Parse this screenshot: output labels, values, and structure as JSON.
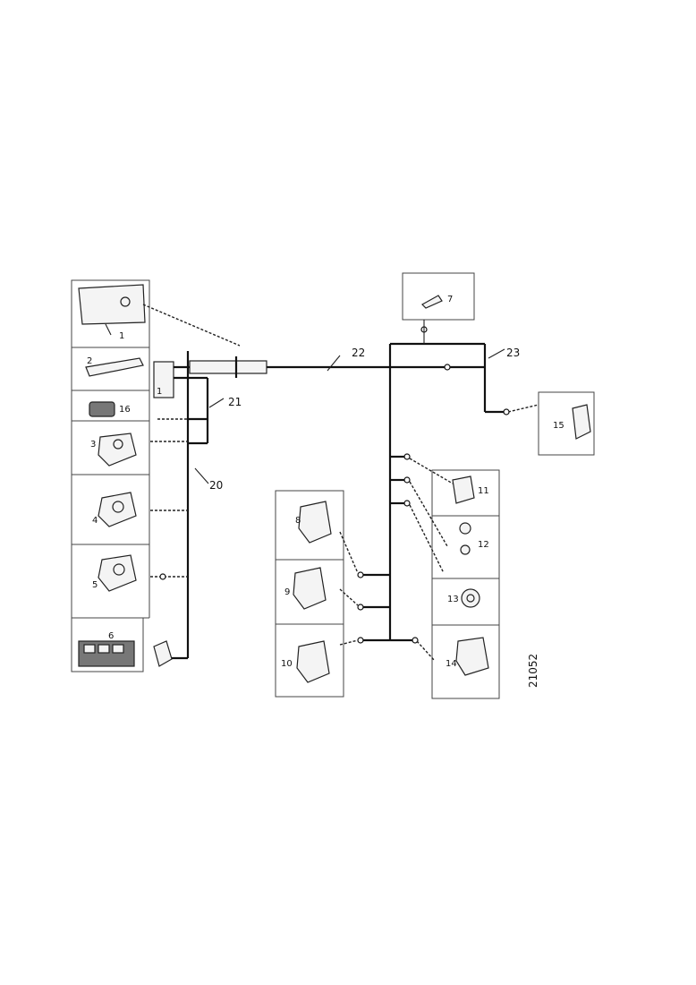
{
  "diagram": {
    "drawing_code": "21052",
    "component_labels": {
      "c1": "1",
      "c2": "2",
      "c3": "3",
      "c4": "4",
      "c5": "5",
      "c6": "6",
      "c7": "7",
      "c8": "8",
      "c9": "9",
      "c10": "10",
      "c11": "11",
      "c12": "12",
      "c13": "13",
      "c14": "14",
      "c15": "15",
      "c16": "16",
      "c17": "1"
    },
    "harness_labels": {
      "h20": "20",
      "h21": "21",
      "h22": "22",
      "h23": "23"
    }
  }
}
